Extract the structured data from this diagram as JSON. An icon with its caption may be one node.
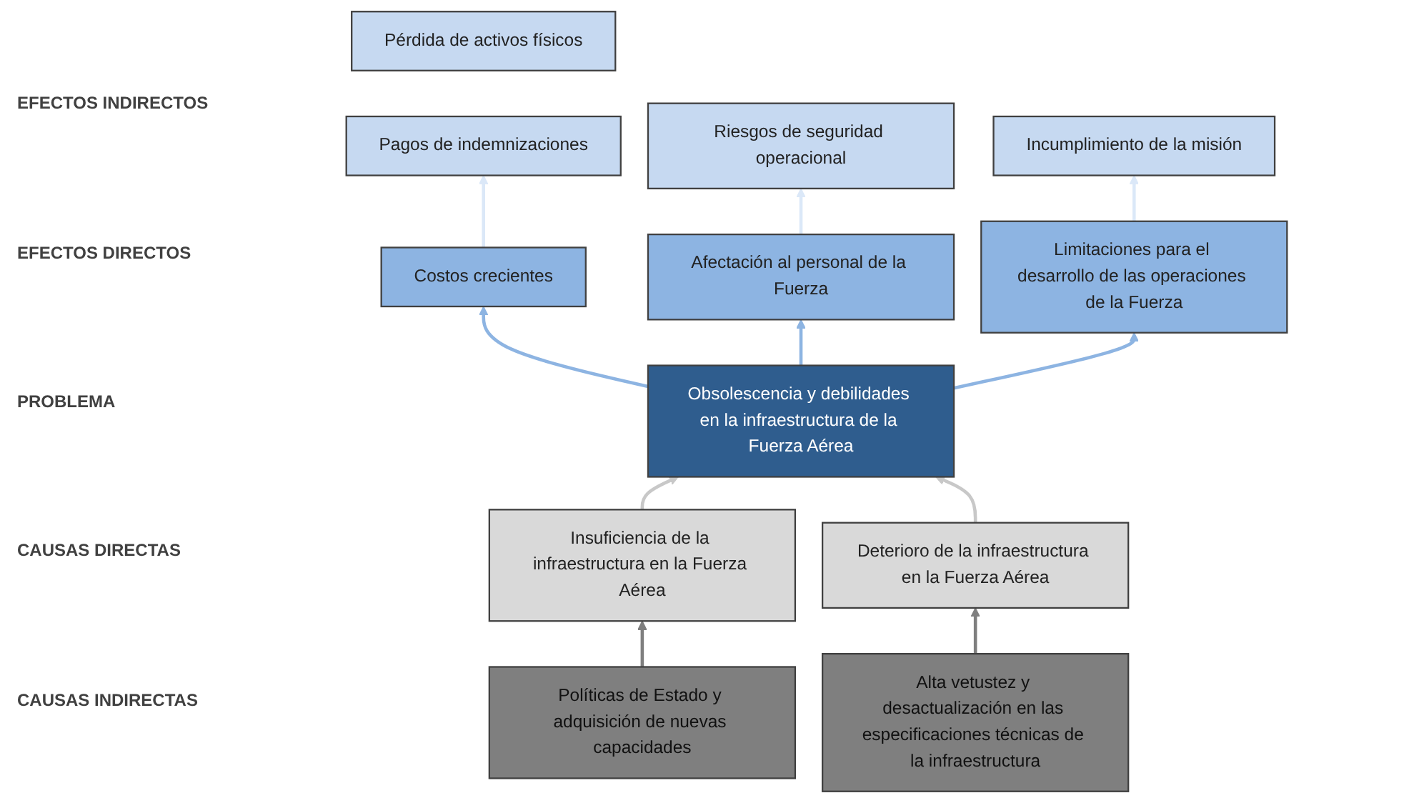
{
  "diagram": {
    "nodes": [
      {
        "text": [
          "Pérdida de activos físicos"
        ]
      },
      {
        "text": [
          "Pagos de indemnizaciones"
        ]
      },
      {
        "text": [
          "Riesgos de seguridad operacional"
        ]
      },
      {
        "text": [
          "Incumplimiento de la misión"
        ]
      },
      {
        "text": [
          "Costos crecientes"
        ]
      },
      {
        "text": [
          "Afectación al personal de la Fuerza"
        ]
      },
      {
        "text": [
          "Limitaciones para el desarrollo de las operaciones de la Fuerza"
        ]
      },
      {
        "text": [
          "Obsolescencia y debilidades en la infraestructura de la Fuerza Aérea"
        ]
      },
      {
        "text": [
          "Insuficiencia de la infraestructura en la Fuerza Aérea"
        ]
      },
      {
        "text": [
          "Deterioro de la infraestructura en la Fuerza Aérea"
        ]
      },
      {
        "text": [
          "Políticas de Estado y adquisición de nuevas capacidades"
        ]
      },
      {
        "text": [
          "Alta vetustez y desactualización en las especificaciones técnicas de la infraestructura"
        ]
      }
    ],
    "edges": [
      {
        "from": 4,
        "to": 1,
        "arrow": "to",
        "color": "#dbe8f8"
      },
      {
        "from": 5,
        "to": 2,
        "arrow": "to",
        "color": "#dbe8f8"
      },
      {
        "from": 6,
        "to": 3,
        "arrow": "to",
        "color": "#dbe8f8"
      },
      {
        "from": 7,
        "to": 4,
        "arrow": "to",
        "color": "#8db4e2"
      },
      {
        "from": 7,
        "to": 5,
        "arrow": "to",
        "color": "#8db4e2"
      },
      {
        "from": 7,
        "to": 6,
        "arrow": "to",
        "color": "#8db4e2"
      },
      {
        "from": 8,
        "to": 7,
        "arrow": "to",
        "color": "#c8c8c8"
      },
      {
        "from": 9,
        "to": 7,
        "arrow": "to",
        "color": "#c8c8c8"
      },
      {
        "from": 10,
        "to": 8,
        "arrow": "to",
        "color": "#7f7f7f"
      },
      {
        "from": 11,
        "to": 9,
        "arrow": "to",
        "color": "#7f7f7f"
      }
    ],
    "labels": [
      "EFECTOS INDIRECTOS",
      "EFECTOS DIRECTOS",
      "PROBLEMA",
      "CAUSAS DIRECTAS",
      "CAUSAS INDIRECTAS"
    ]
  }
}
